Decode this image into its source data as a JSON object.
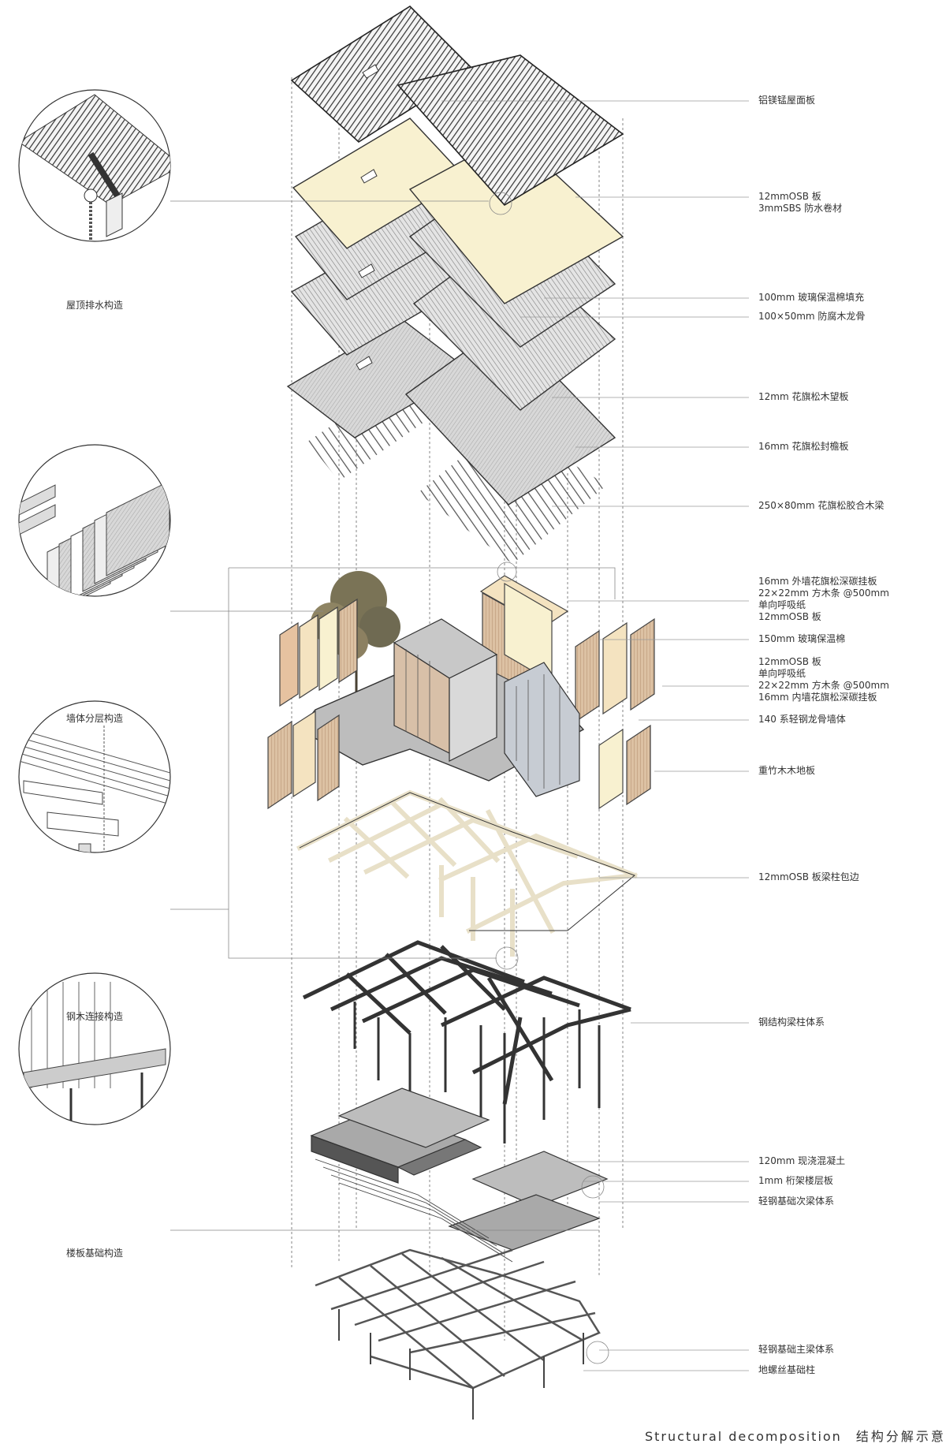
{
  "callouts": [
    {
      "lines": [
        "铝镁锰屋面板"
      ]
    },
    {
      "lines": [
        "12mmOSB 板",
        "3mmSBS 防水卷材"
      ]
    },
    {
      "lines": [
        "100mm 玻璃保温棉填充"
      ]
    },
    {
      "lines": [
        "100×50mm 防腐木龙骨"
      ]
    },
    {
      "lines": [
        "12mm 花旗松木望板"
      ]
    },
    {
      "lines": [
        "16mm 花旗松封檐板"
      ]
    },
    {
      "lines": [
        "250×80mm 花旗松胶合木梁"
      ]
    },
    {
      "lines": [
        "16mm 外墙花旗松深碳挂板",
        "22×22mm 方木条 @500mm",
        "单向呼吸纸",
        "12mmOSB 板"
      ]
    },
    {
      "lines": [
        "150mm 玻璃保温棉"
      ]
    },
    {
      "lines": [
        "12mmOSB 板",
        "单向呼吸纸",
        "22×22mm 方木条 @500mm",
        "16mm 内墙花旗松深碳挂板"
      ]
    },
    {
      "lines": [
        "140 系轻钢龙骨墙体"
      ]
    },
    {
      "lines": [
        "重竹木木地板"
      ]
    },
    {
      "lines": [
        "12mmOSB 板梁柱包边"
      ]
    },
    {
      "lines": [
        "钢结构梁柱体系"
      ]
    },
    {
      "lines": [
        "120mm 现浇混凝土"
      ]
    },
    {
      "lines": [
        "1mm 桁架楼层板"
      ]
    },
    {
      "lines": [
        "轻钢基础次梁体系"
      ]
    },
    {
      "lines": [
        "轻钢基础主梁体系"
      ]
    },
    {
      "lines": [
        "地螺丝基础柱"
      ]
    }
  ],
  "details": [
    {
      "caption": "屋顶排水构造"
    },
    {
      "caption": "墙体分层构造"
    },
    {
      "caption": "钢木连接构造"
    },
    {
      "caption": "楼板基础构造"
    }
  ],
  "footer": {
    "title_en": "Structural decomposition",
    "title_cn": "结构分解示意"
  },
  "colors": {
    "line": "#333333",
    "osb_cream": "#f8f1d0",
    "wood_tan": "#e2c3a0",
    "grey_panel": "#c8c8c8",
    "slab_grey": "#bdbdbd",
    "leader": "#9a9a9a"
  }
}
